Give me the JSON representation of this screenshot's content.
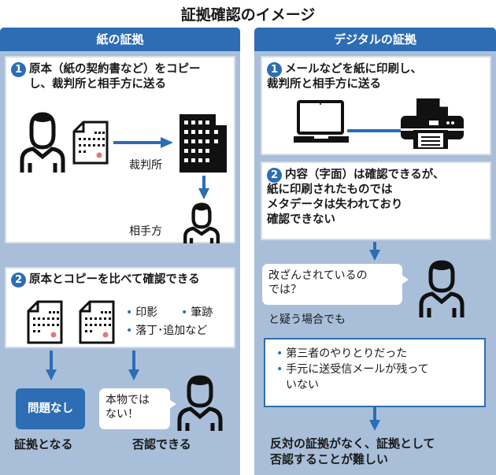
{
  "title": "証拠確認のイメージ",
  "colors": {
    "accent": "#2d6db3",
    "panel_bg": "#a9bfd9",
    "stamp": "#e07a80"
  },
  "left": {
    "header": "紙の証拠",
    "step1": {
      "number": "1",
      "line1": "原本（紙の契約書など）をコピー",
      "line2": "し、裁判所と相手方に送る",
      "court_label": "裁判所",
      "other_party_label": "相手方"
    },
    "step2": {
      "number": "2",
      "text": "原本とコピーを比べて確認できる",
      "checks": [
        "印影",
        "筆跡",
        "落丁･追加など"
      ]
    },
    "ok_box": "問題なし",
    "ok_caption": "証拠となる",
    "bubble_line1": "本物では",
    "bubble_line2": "ない！",
    "deny_caption": "否認できる"
  },
  "right": {
    "header": "デジタルの証拠",
    "step1": {
      "number": "1",
      "line1": "メールなどを紙に印刷し、",
      "line2": "裁判所と相手方に送る"
    },
    "step2": {
      "number": "2",
      "lines": [
        "内容（字面）は確認できるが、",
        "紙に印刷されたものでは",
        "メタデータは失われており",
        "確認できない"
      ]
    },
    "bubble_line1": "改ざんされているの",
    "bubble_line2": "では？",
    "doubt_caption": "と疑う場合でも",
    "reasons": [
      "第三者のやりとりだった",
      "手元に送受信メールが残って",
      "いない"
    ],
    "conclusion_line1": "反対の証拠がなく、証拠として",
    "conclusion_line2": "否認することが難しい"
  },
  "icons": [
    "person-icon",
    "document-icon",
    "building-icon",
    "laptop-icon",
    "printer-icon",
    "arrow-icon"
  ]
}
